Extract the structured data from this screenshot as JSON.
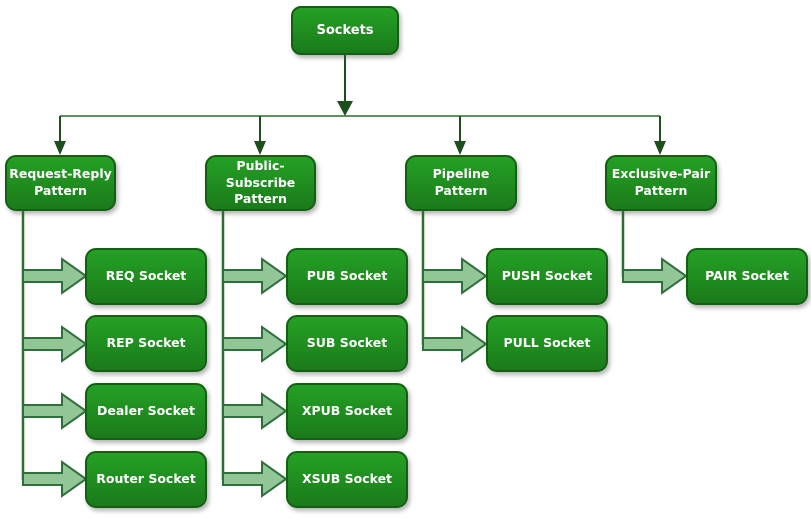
{
  "nodes": {
    "root": "Sockets",
    "patterns": [
      {
        "label": "Request-Reply\nPattern",
        "sockets": [
          "REQ Socket",
          "REP Socket",
          "Dealer Socket",
          "Router Socket"
        ]
      },
      {
        "label": "Public-Subscribe\nPattern",
        "sockets": [
          "PUB Socket",
          "SUB Socket",
          "XPUB Socket",
          "XSUB Socket"
        ]
      },
      {
        "label": "Pipeline\nPattern",
        "sockets": [
          "PUSH Socket",
          "PULL Socket"
        ]
      },
      {
        "label": "Exclusive-Pair\nPattern",
        "sockets": [
          "PAIR Socket"
        ]
      }
    ]
  },
  "colors": {
    "node_fill": "#1f8c1f",
    "node_fill_light": "#25a025",
    "node_border": "#136013",
    "arrow_fill": "#93c697",
    "arrow_border": "#2f6f3b",
    "connector": "#1c4f1c",
    "connector_light": "#2c6e2c",
    "text": "#ffffff",
    "bg": "#ffffff"
  }
}
